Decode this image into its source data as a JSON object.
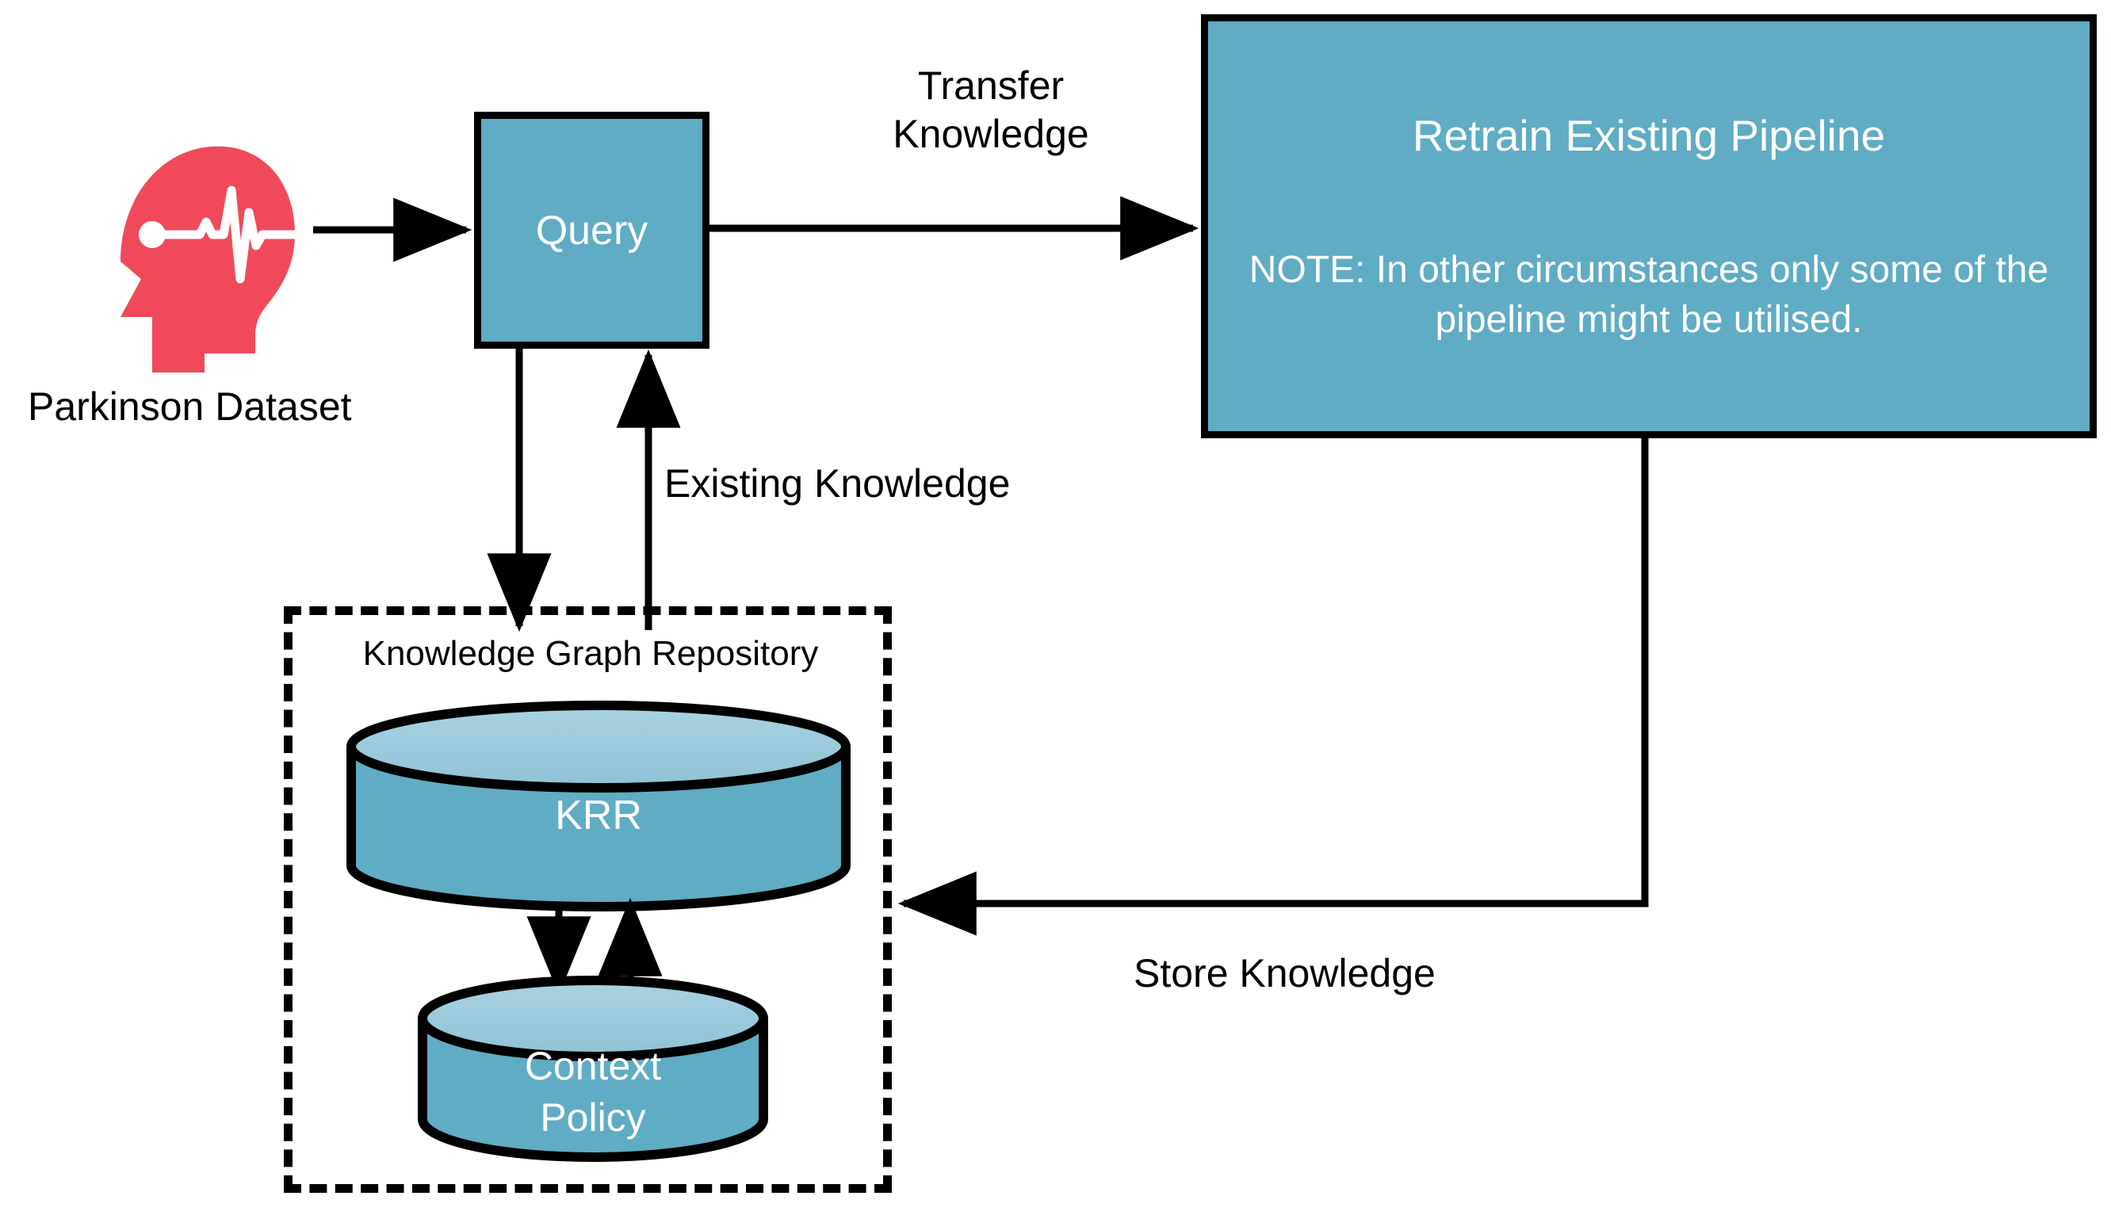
{
  "diagram": {
    "title": "Knowledge Graph Repository pipeline diagram",
    "colors": {
      "node_fill": "#5FACC4",
      "cylinder_top_fill": "#9DCADC",
      "head_icon": "#F04A5A",
      "stroke": "#000000",
      "node_text": "#FFFFFF",
      "label_text": "#000000",
      "background": "#FFFFFF"
    },
    "nodes": {
      "head_icon": {
        "icon": "head-pulse-icon",
        "caption": "Parkinson Dataset"
      },
      "query": {
        "label": "Query",
        "shape": "rectangle"
      },
      "pipeline": {
        "title": "Retrain Existing Pipeline",
        "note": "NOTE: In other circumstances only some of the pipeline might be utilised.",
        "shape": "rectangle"
      },
      "repository": {
        "label": "Knowledge Graph Repository",
        "shape": "dashed-container"
      },
      "krr": {
        "label": "KRR",
        "shape": "cylinder"
      },
      "context_policy": {
        "label": "Context Policy",
        "label_line1": "Context",
        "label_line2": "Policy",
        "shape": "cylinder"
      }
    },
    "edges": [
      {
        "id": "dataset-to-query",
        "label": "",
        "from": "head_icon",
        "to": "query",
        "direction": "right"
      },
      {
        "id": "query-to-pipeline",
        "label": "Transfer Knowledge",
        "label_line1": "Transfer",
        "label_line2": "Knowledge",
        "from": "query",
        "to": "pipeline",
        "direction": "right"
      },
      {
        "id": "query-to-repository",
        "label": "",
        "from": "query",
        "to": "repository",
        "direction": "down"
      },
      {
        "id": "repository-to-query",
        "label": "Existing Knowledge",
        "from": "repository",
        "to": "query",
        "direction": "up"
      },
      {
        "id": "pipeline-to-repository",
        "label": "Store Knowledge",
        "from": "pipeline",
        "to": "repository",
        "direction": "down-left"
      },
      {
        "id": "krr-to-context",
        "label": "",
        "from": "krr",
        "to": "context_policy",
        "direction": "down"
      },
      {
        "id": "context-to-krr",
        "label": "",
        "from": "context_policy",
        "to": "krr",
        "direction": "up"
      }
    ]
  }
}
